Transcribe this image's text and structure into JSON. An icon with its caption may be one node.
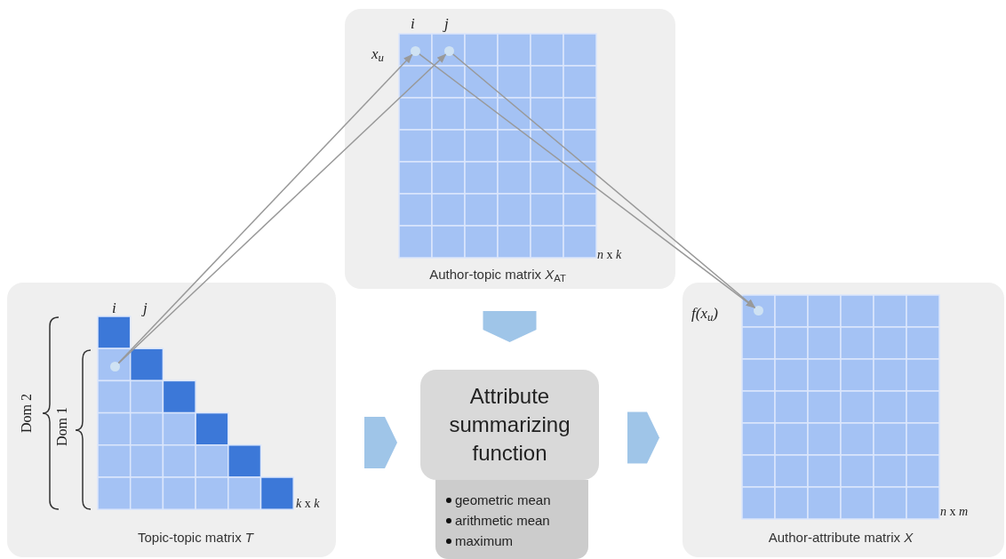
{
  "diagram": {
    "nodes": [
      {
        "text": [
          "Author-topic matrix *X*$_{AT}$"
        ]
      },
      {
        "text": [],
        "shape": "circle",
        "in": 0
      },
      {
        "text": [],
        "shape": "circle",
        "in": 0
      },
      {
        "text": [
          "Topic-topic matrix *T*"
        ]
      },
      {
        "text": [],
        "shape": "circle",
        "in": 3
      },
      {
        "text": [
          "Attribute summarizing function"
        ]
      },
      {
        "text": [
          "geometric mean",
          "arithmetic mean",
          "maximum"
        ]
      },
      {
        "text": [
          "Author-attribute matrix *X*"
        ]
      },
      {
        "text": [],
        "shape": "circle",
        "in": 7
      }
    ],
    "edges": [
      {
        "from": 4,
        "to": 1,
        "arrow": "to"
      },
      {
        "from": 4,
        "to": 2,
        "arrow": "to"
      },
      {
        "from": 1,
        "to": 8,
        "arrow": "to"
      },
      {
        "from": 2,
        "to": 8,
        "arrow": "to"
      },
      {
        "from": 0,
        "to": 5,
        "arrow": "to",
        "style": "thick",
        "color": "#9fc5e8"
      },
      {
        "from": 3,
        "to": 5,
        "arrow": "to",
        "style": "thick",
        "color": "#9fc5e8"
      },
      {
        "from": 5,
        "to": 7,
        "arrow": "to",
        "style": "thick",
        "color": "#9fc5e8"
      }
    ],
    "labels": [
      "i",
      "j",
      "x$_{u}$",
      "*n* x *k*",
      "i",
      "j",
      "Dom 2",
      "Dom 1",
      "*k* x *k*",
      "f(x$_{u}$)",
      "*n* x *m*"
    ]
  }
}
